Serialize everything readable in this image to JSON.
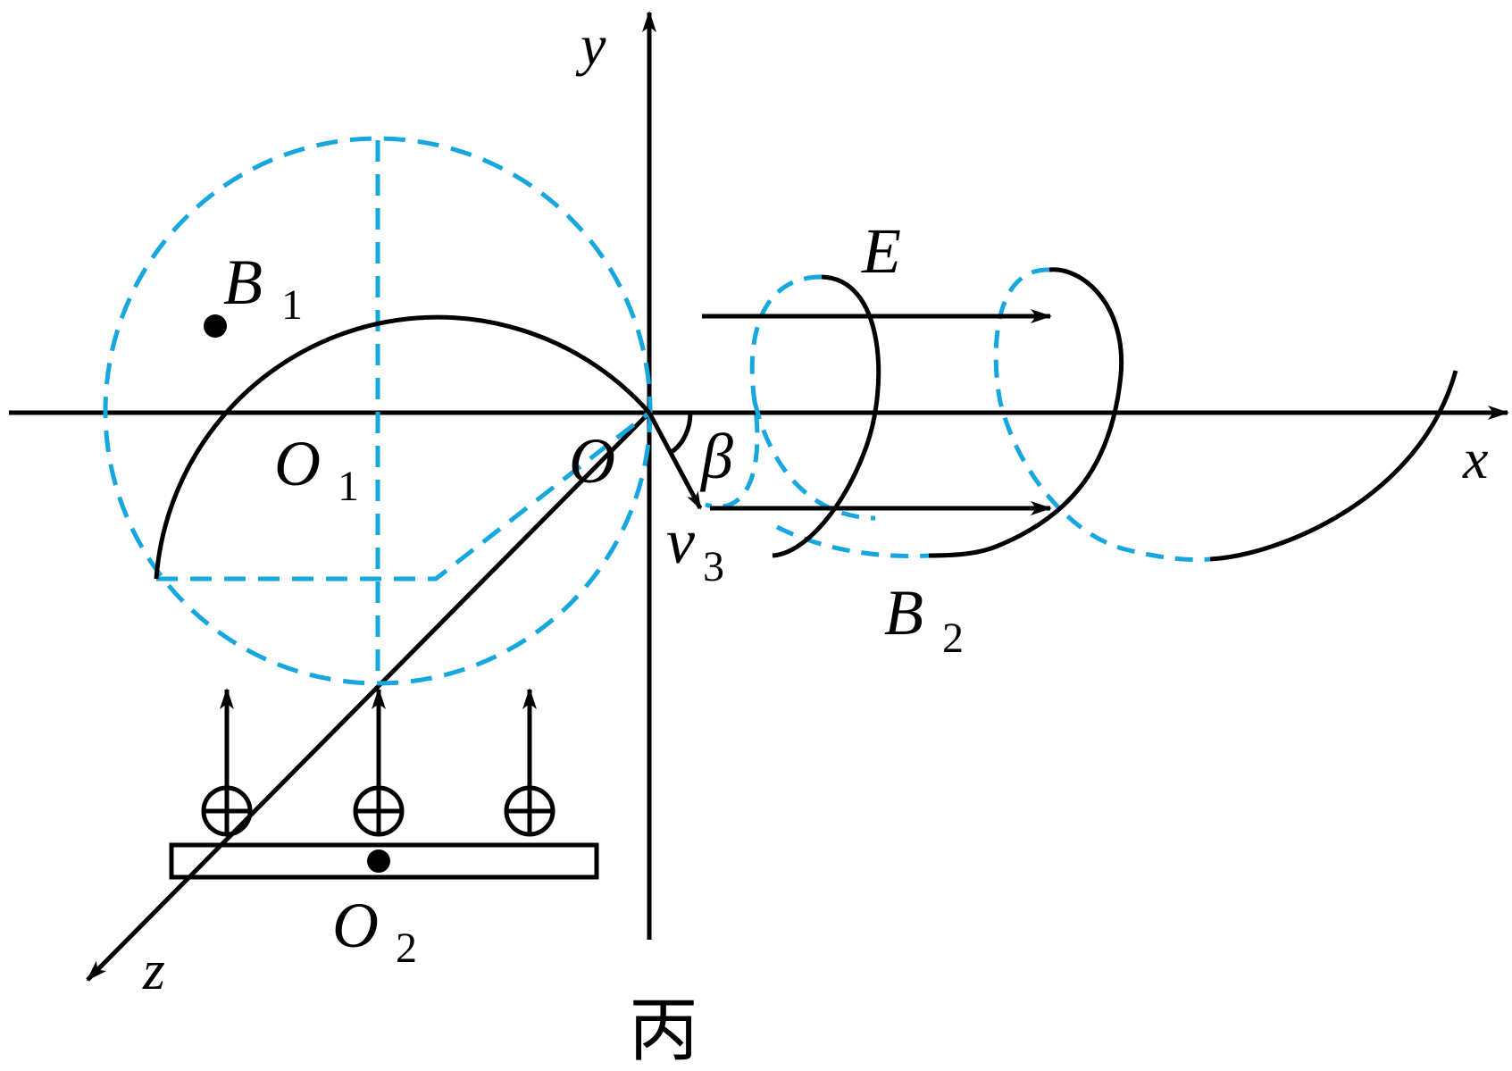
{
  "colors": {
    "ink": "#000000",
    "dashed": "#16a6e0",
    "background": "#ffffff"
  },
  "axes": {
    "x_label": "x",
    "y_label": "y",
    "z_label": "z",
    "origin_label": "O"
  },
  "labels": {
    "field_b1": "B",
    "field_b1_sub": "1",
    "center_o1": "O",
    "center_o1_sub": "1",
    "center_o2": "O",
    "center_o2_sub": "2",
    "angle": "β",
    "velocity": "v",
    "velocity_sub": "3",
    "field_e": "E",
    "field_b2": "B",
    "field_b2_sub": "2",
    "caption": "丙"
  },
  "symbols": {
    "b1_out_of_page": "dot",
    "particle_source": "circled-plus"
  }
}
